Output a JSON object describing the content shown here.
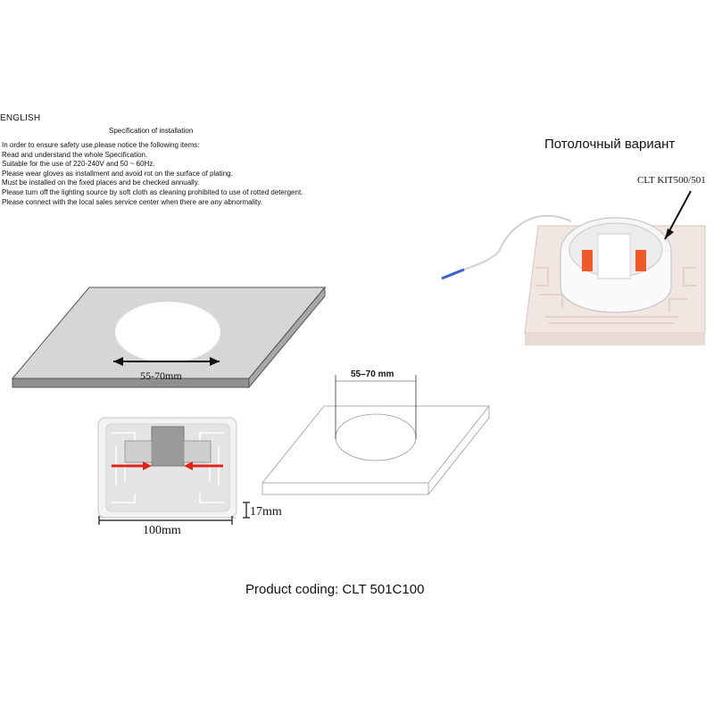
{
  "header": {
    "language": "ENGLISH",
    "spec_title": "Specification of installation"
  },
  "instructions": [
    "In order to ensure safety use,please notice the following items:",
    "Read and understand the whole Specification.",
    "Suitable for the use of 220-240V and 50 ~ 60Hz.",
    "Please wear gloves as installment and avoid rot on the surface of plating.",
    "Must be installed on the fixed places and be checked annually.",
    "Please turn off the lighting source by soft cloth as cleaning prohibited to use of rotted detergent.",
    "Please connect with the local sales service center when there are any abnormality."
  ],
  "ceiling_variant": {
    "title": "Потолочный вариант",
    "kit_label": "CLT KIT500/501"
  },
  "dimensions": {
    "plate_cutout": "55-70mm",
    "outline_cutout": "55–70 mm",
    "width": "100mm",
    "height": "17mm"
  },
  "product_coding": "Product coding: CLT 501C100",
  "colors": {
    "plate_fill": "#d3d3d3",
    "plate_edge": "#8e8e8e",
    "arrow_red": "#e0231a",
    "orange_terminal": "#ef5a2a"
  }
}
